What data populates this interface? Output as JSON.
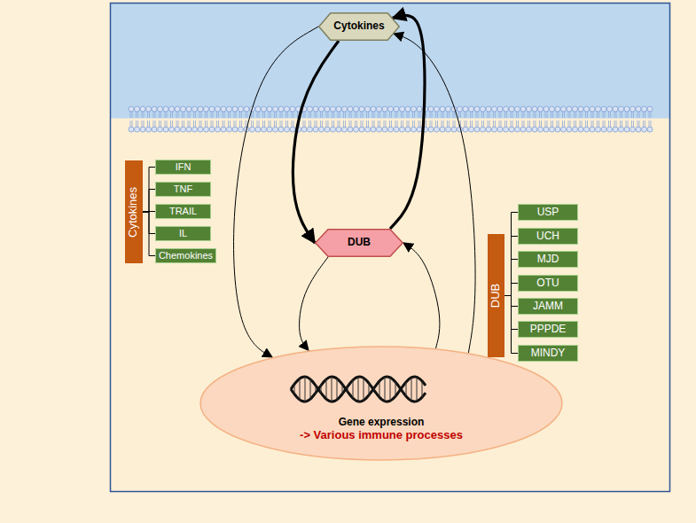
{
  "diagram": {
    "nodes": [
      {
        "text": [
          "Cytokines"
        ]
      },
      {
        "text": [
          "Cytokines"
        ]
      },
      {
        "text": [
          "IFN"
        ]
      },
      {
        "text": [
          "TNF"
        ]
      },
      {
        "text": [
          "TRAIL"
        ]
      },
      {
        "text": [
          "IL"
        ]
      },
      {
        "text": [
          "Chemokines"
        ]
      },
      {
        "text": [
          "DUB"
        ]
      },
      {
        "text": [
          "DUB"
        ]
      },
      {
        "text": [
          "USP"
        ]
      },
      {
        "text": [
          "UCH"
        ]
      },
      {
        "text": [
          "MJD"
        ]
      },
      {
        "text": [
          "OTU"
        ]
      },
      {
        "text": [
          "JAMM"
        ]
      },
      {
        "text": [
          "PPPDE"
        ]
      },
      {
        "text": [
          "MINDY"
        ]
      },
      {
        "text": [
          "Gene expression",
          "-> Various immune processes"
        ]
      }
    ],
    "edges": [
      {
        "from": 0,
        "to": 7,
        "arrow": "to"
      },
      {
        "from": 7,
        "to": 0,
        "arrow": "to"
      },
      {
        "from": 0,
        "to": 16,
        "arrow": "to"
      },
      {
        "from": 16,
        "to": 0,
        "arrow": "to"
      },
      {
        "from": 7,
        "to": 16,
        "arrow": "to"
      },
      {
        "from": 16,
        "to": 7,
        "arrow": "to"
      },
      {
        "from": 1,
        "to": 2,
        "arrow": "none"
      },
      {
        "from": 1,
        "to": 3,
        "arrow": "none"
      },
      {
        "from": 1,
        "to": 4,
        "arrow": "none"
      },
      {
        "from": 1,
        "to": 5,
        "arrow": "none"
      },
      {
        "from": 1,
        "to": 6,
        "arrow": "none"
      },
      {
        "from": 8,
        "to": 9,
        "arrow": "none"
      },
      {
        "from": 8,
        "to": 10,
        "arrow": "none"
      },
      {
        "from": 8,
        "to": 11,
        "arrow": "none"
      },
      {
        "from": 8,
        "to": 12,
        "arrow": "none"
      },
      {
        "from": 8,
        "to": 13,
        "arrow": "none"
      },
      {
        "from": 8,
        "to": 14,
        "arrow": "none"
      },
      {
        "from": 8,
        "to": 15,
        "arrow": "none"
      }
    ]
  }
}
